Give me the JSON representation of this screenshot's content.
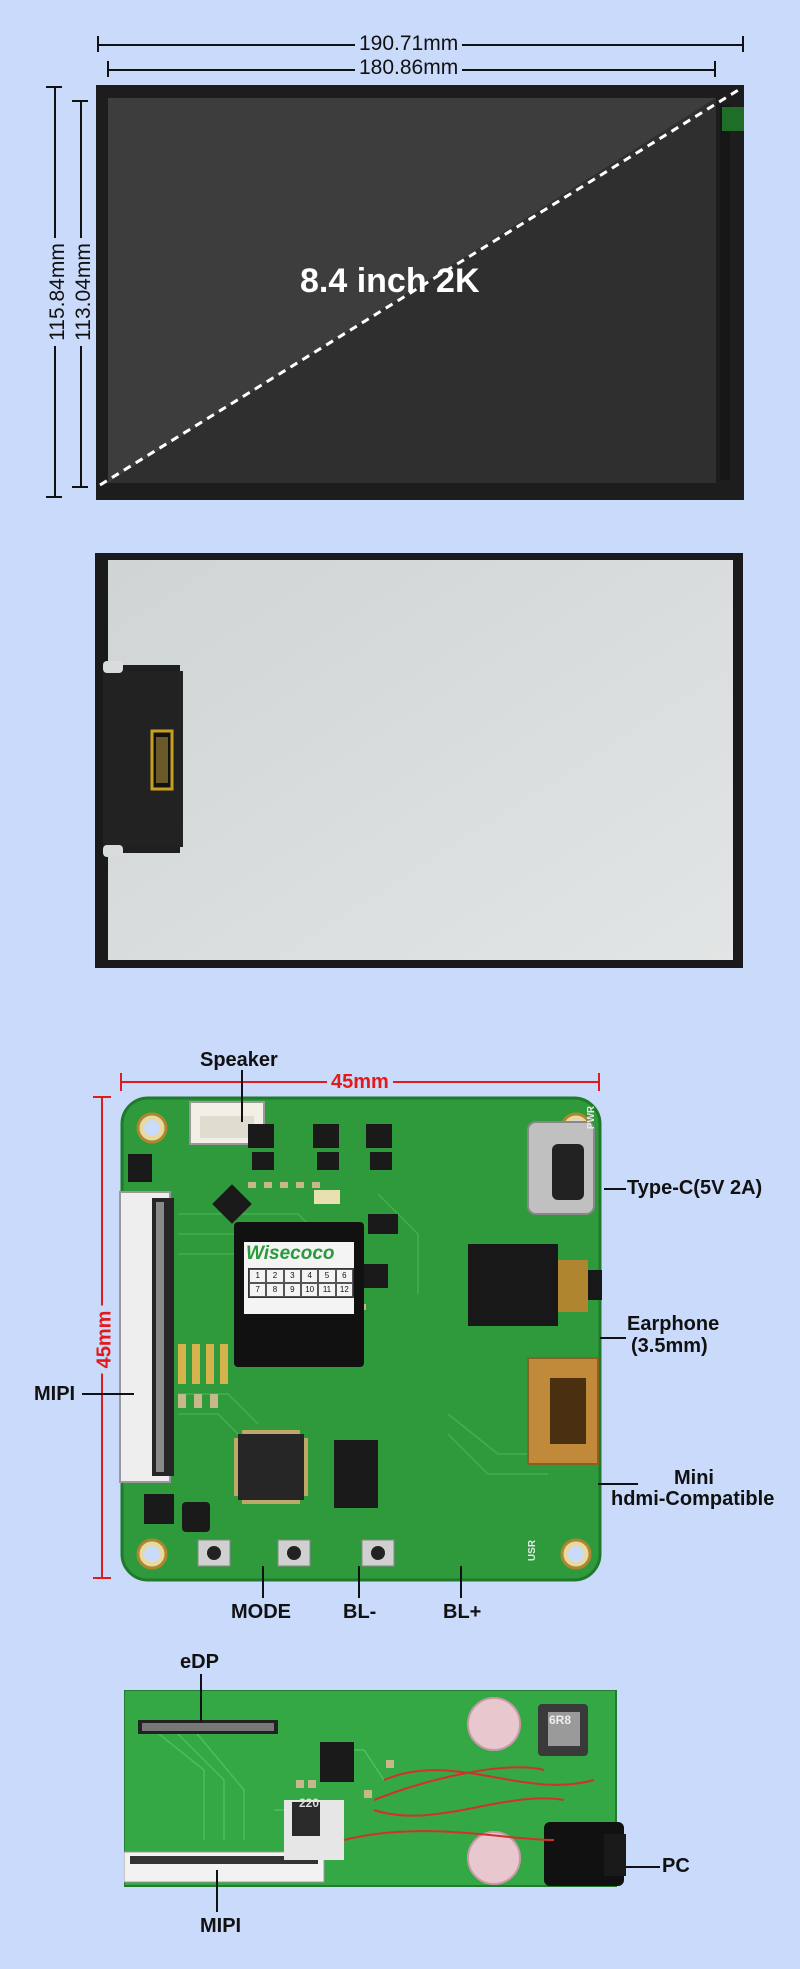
{
  "panel": {
    "outer_width": "190.71mm",
    "active_width": "180.86mm",
    "outer_height": "115.84mm",
    "active_height": "113.04mm",
    "headline": "8.4 inch 2K",
    "colors": {
      "bezel": "#1d1d1d",
      "glass_dark": "#3a3a3a",
      "glass_light": "#4a4a4a",
      "tab": "#1e6e2a"
    }
  },
  "backlight": {
    "colors": {
      "frame": "#1a1a1a",
      "surface": "#d8dcdc",
      "connector": "#c8a020"
    }
  },
  "driver_board": {
    "size_width": "45mm",
    "size_height": "45mm",
    "chip_brand": "Wisecoco",
    "chip_grid": [
      "1",
      "2",
      "3",
      "4",
      "5",
      "6",
      "7",
      "8",
      "9",
      "10",
      "11",
      "12"
    ],
    "silkscreen": {
      "pwr": "PWR",
      "usr": "USR"
    },
    "labels": {
      "speaker": "Speaker",
      "typec": "Type-C(5V 2A)",
      "earphone_1": "Earphone",
      "earphone_2": "(3.5mm)",
      "mini_1": "Mini",
      "mini_2": "hdmi-Compatible",
      "mipi": "MIPI",
      "mode": "MODE",
      "bl_minus": "BL-",
      "bl_plus": "BL+"
    },
    "colors": {
      "pcb": "#2e9a3c",
      "dimension": "#e21a1a",
      "connector_gold": "#b08530"
    }
  },
  "adapter_board": {
    "labels": {
      "edp": "eDP",
      "mipi": "MIPI",
      "pc": "PC"
    },
    "components": {
      "inductor_1": "6R8",
      "inductor_2": "220"
    },
    "colors": {
      "pcb": "#33a845",
      "cap": "#e9c7cf"
    }
  }
}
